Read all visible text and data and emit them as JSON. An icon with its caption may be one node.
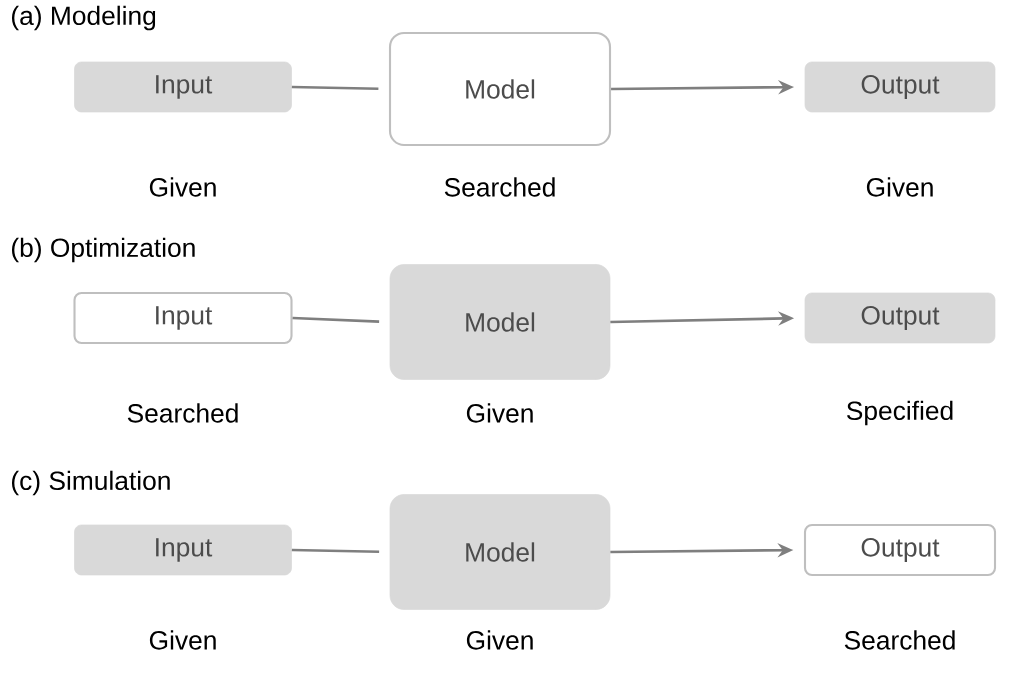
{
  "diagram": {
    "nodes": [
      {
        "text": [
          "Input"
        ],
        "beside": [
          "Given"
        ]
      },
      {
        "text": [
          "Model"
        ],
        "beside": [
          "Searched"
        ]
      },
      {
        "text": [
          "Output"
        ],
        "beside": [
          "Given"
        ]
      },
      {
        "text": [
          "Input"
        ],
        "beside": [
          "Searched"
        ]
      },
      {
        "text": [
          "Model"
        ],
        "beside": [
          "Given"
        ]
      },
      {
        "text": [
          "Output"
        ],
        "beside": [
          "Specified"
        ]
      },
      {
        "text": [
          "Input"
        ],
        "beside": [
          "Given"
        ]
      },
      {
        "text": [
          "Model"
        ],
        "beside": [
          "Given"
        ]
      },
      {
        "text": [
          "Output"
        ],
        "beside": [
          "Searched"
        ]
      }
    ],
    "edges": [
      {
        "from": 0,
        "to": 1,
        "arrow": "none"
      },
      {
        "from": 1,
        "to": 2,
        "arrow": "to"
      },
      {
        "from": 3,
        "to": 4,
        "arrow": "none"
      },
      {
        "from": 4,
        "to": 5,
        "arrow": "to"
      },
      {
        "from": 6,
        "to": 7,
        "arrow": "none"
      },
      {
        "from": 7,
        "to": 8,
        "arrow": "to"
      }
    ],
    "labels": [
      "(a) Modeling",
      "(b) Optimization",
      "(c) Simulation"
    ]
  }
}
